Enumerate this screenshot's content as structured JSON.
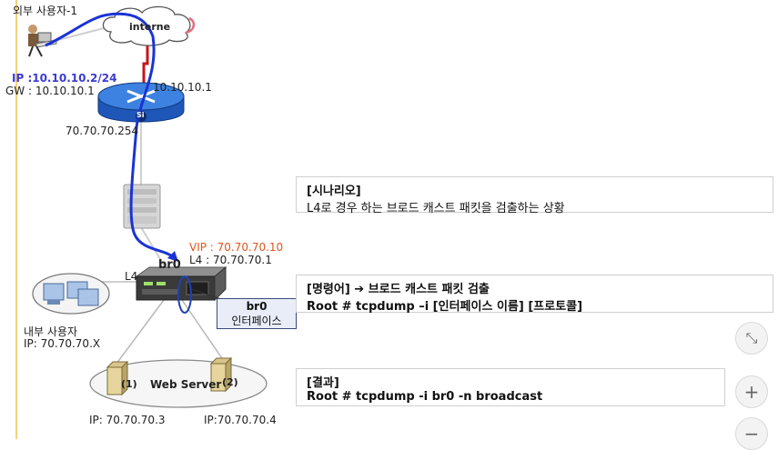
{
  "nodes": {
    "external_user": "외부 사용자-1",
    "external_ip": "IP :10.10.10.2/24",
    "external_gw": "GW : 10.10.10.1",
    "internet": "interne",
    "router_ip_top": "10.10.10.1",
    "router_ip_bottom": "70.70.70.254",
    "router_badge": "Si",
    "br0_label": "br0",
    "vip": "VIP  : 70.70.70.10",
    "l4_ip": "L4   : 70.70.70.1",
    "l4_label": "L4",
    "callout_title": "br0",
    "callout_sub": "인터페이스",
    "internal_user": "내부 사용자",
    "internal_ip": "IP: 70.70.70.X",
    "web_server": "Web Server",
    "server1_tag": "(1)",
    "server2_tag": "(2)",
    "server1_ip": "IP: 70.70.70.3",
    "server2_ip": "IP:70.70.70.4"
  },
  "panels": {
    "scenario_title": "[시나리오]",
    "scenario_text": "L4로 경우 하는 브로드 캐스트 패킷을 검출하는 상황",
    "command_title": "[명령어] ➔ 브로드 캐스트 패킷 검출",
    "command_text": "Root # tcpdump –i [인터페이스 이름] [프로토콜]",
    "result_title": "[결과]",
    "result_text": "Root # tcpdump -i br0 -n broadcast"
  },
  "controls": {
    "fit": "⤡",
    "zoom_in": "+",
    "zoom_out": "−"
  },
  "colors": {
    "path": "#1a33d6",
    "link": "#c9c9c9",
    "wan": "#c8141e",
    "router": "#2e6fd0",
    "left_rule": "#f2c94c"
  }
}
